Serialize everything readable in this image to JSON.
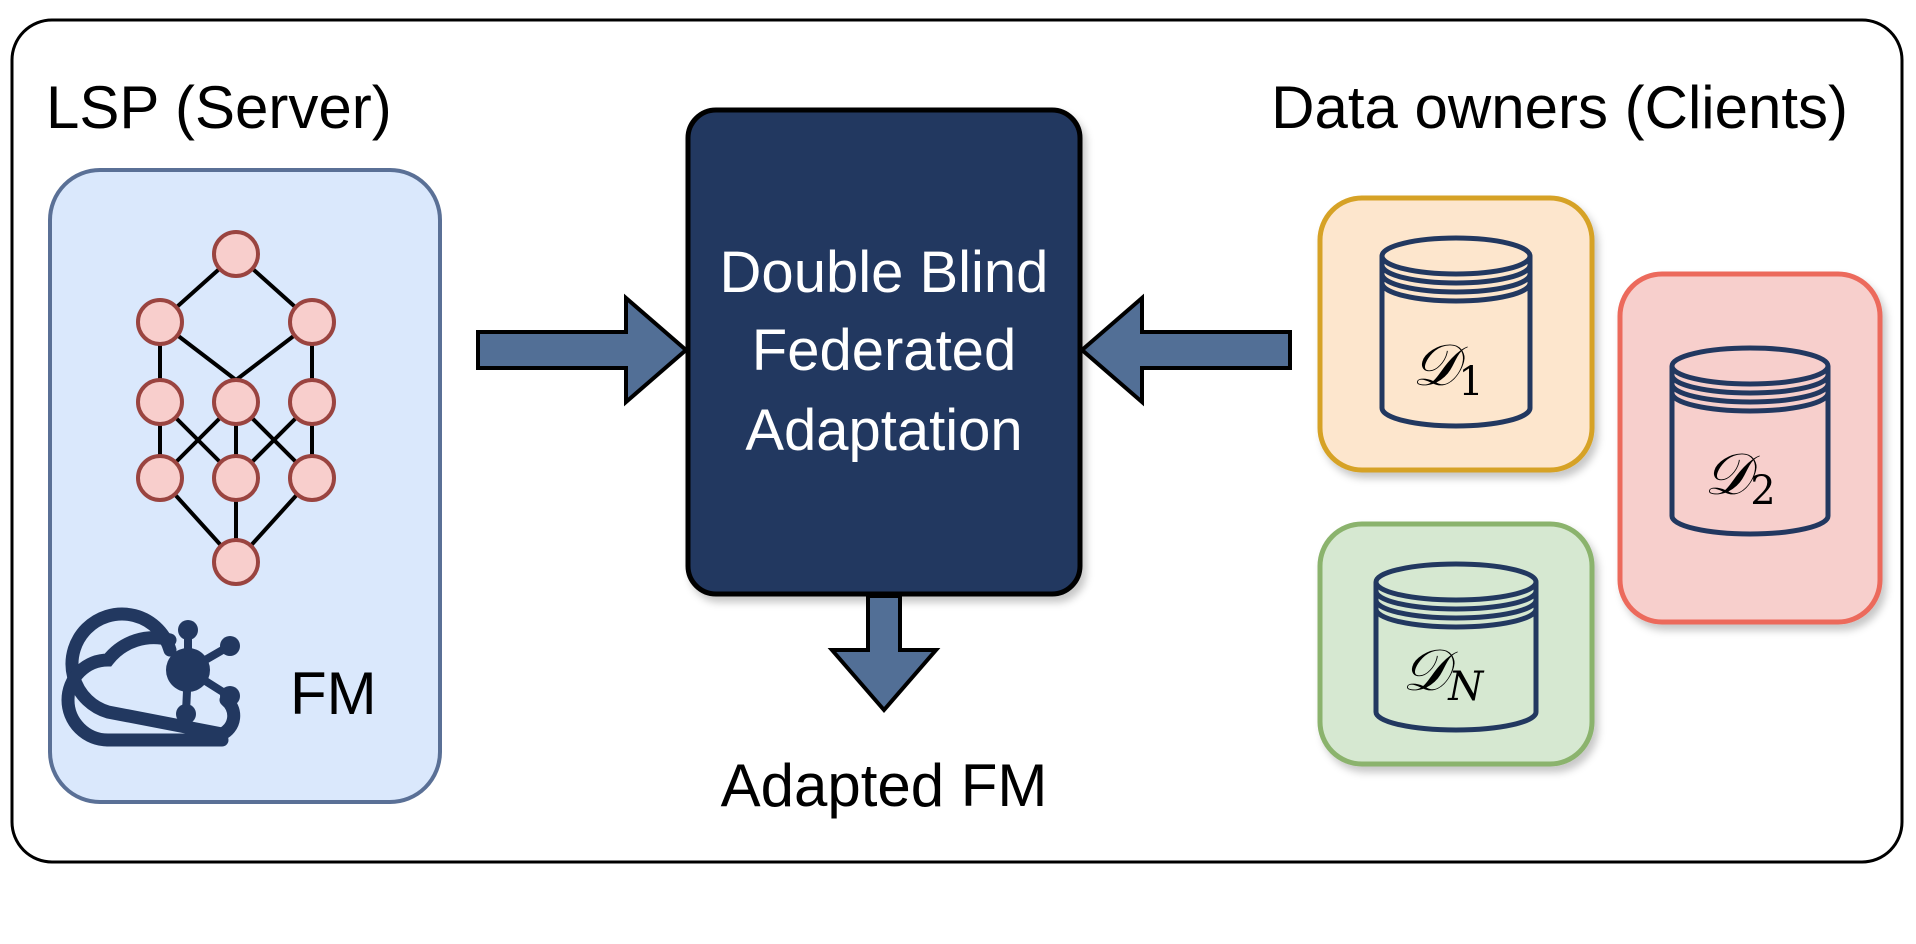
{
  "server": {
    "title": "LSP (Server)",
    "model_label": "FM",
    "panel_fill": "#dae8fc",
    "panel_stroke": "#5a7096",
    "node_fill": "#f8cecc",
    "node_stroke": "#9a4440"
  },
  "center": {
    "line1": "Double Blind",
    "line2": "Federated",
    "line3": "Adaptation",
    "output_label": "Adapted FM",
    "box_fill": "#223860",
    "arrow_fill": "#526f96"
  },
  "clients": {
    "title": "Data owners (Clients)",
    "items": [
      {
        "symbol": "𝒟",
        "subscript": "1",
        "fill": "#fde6cd",
        "stroke": "#d6a226"
      },
      {
        "symbol": "𝒟",
        "subscript": "2",
        "fill": "#f7cfcc",
        "stroke": "#ec6a5c"
      },
      {
        "symbol": "𝒟",
        "subscript": "N",
        "fill": "#d6e8d1",
        "stroke": "#8bb36d"
      }
    ],
    "db_stroke": "#223860"
  },
  "icons": {
    "network": "neural-network-icon",
    "cloud": "cloud-network-icon",
    "database": "database-icon"
  }
}
